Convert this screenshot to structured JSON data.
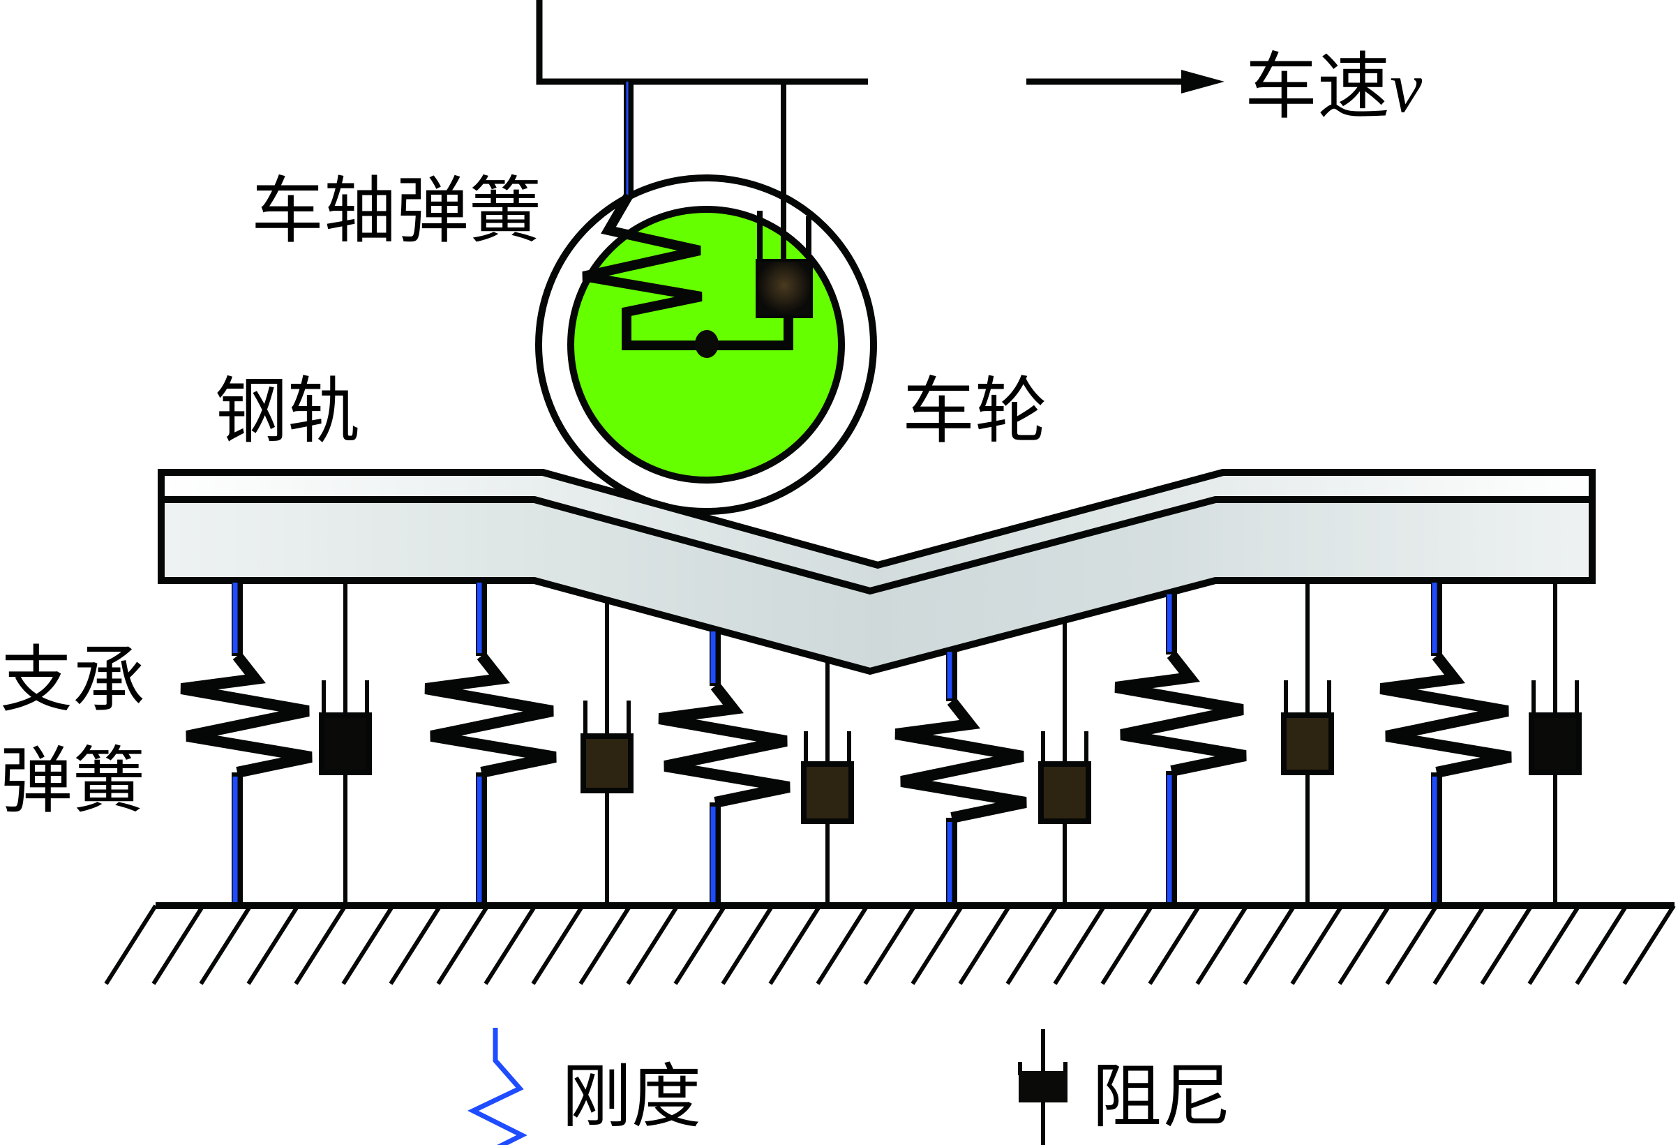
{
  "title": "车轮-钢轨-支承弹簧 动力学模型示意图",
  "labels": {
    "speed_prefix": "车速",
    "speed_symbol": "v",
    "axle_spring": "车轴弹簧",
    "rail": "钢轨",
    "wheel": "车轮",
    "support_spring_line1": "支承",
    "support_spring_line2": "弹簧"
  },
  "legend": {
    "stiffness": "刚度",
    "damping": "阻尼"
  },
  "icons": {
    "spring": "spring-icon",
    "damper": "damper-icon",
    "arrow": "arrow-right-icon"
  },
  "colors": {
    "wheel_fill": "#66ff00",
    "spring_core": "#1f4cff",
    "damper_dark": "#0a0a08",
    "damper_brown": "#2e2412",
    "rail_light": "#f4f6f6",
    "rail_body": "#d3dcdd",
    "stroke": "#050706"
  },
  "supports": [
    {
      "type": "spring",
      "index": 1
    },
    {
      "type": "damper",
      "index": 1,
      "fill": "dark"
    },
    {
      "type": "spring",
      "index": 2
    },
    {
      "type": "damper",
      "index": 2,
      "fill": "brown"
    },
    {
      "type": "spring",
      "index": 3
    },
    {
      "type": "damper",
      "index": 3,
      "fill": "brown"
    },
    {
      "type": "spring",
      "index": 4
    },
    {
      "type": "damper",
      "index": 4,
      "fill": "brown"
    },
    {
      "type": "spring",
      "index": 5
    },
    {
      "type": "damper",
      "index": 5,
      "fill": "brown"
    },
    {
      "type": "spring",
      "index": 6
    },
    {
      "type": "damper",
      "index": 6,
      "fill": "dark"
    }
  ]
}
